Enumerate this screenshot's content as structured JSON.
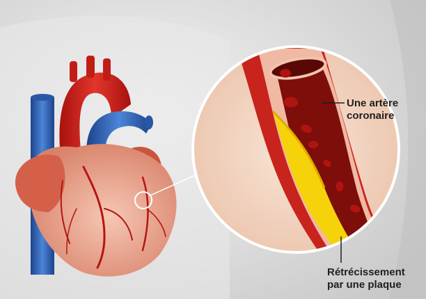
{
  "labels": {
    "artery": {
      "line1": "Une artère",
      "line2": "coronaire"
    },
    "plaque": {
      "line1": "Rétrécissement",
      "line2": "par une plaque"
    }
  },
  "colors": {
    "background": "#d9d9d9",
    "heart": "#e9a08c",
    "aorta": "#d8261f",
    "vena_cava": "#2f63b8",
    "artery_wall": "#c8231c",
    "plaque": "#f5d20a",
    "blood_cell": "#b01410"
  }
}
